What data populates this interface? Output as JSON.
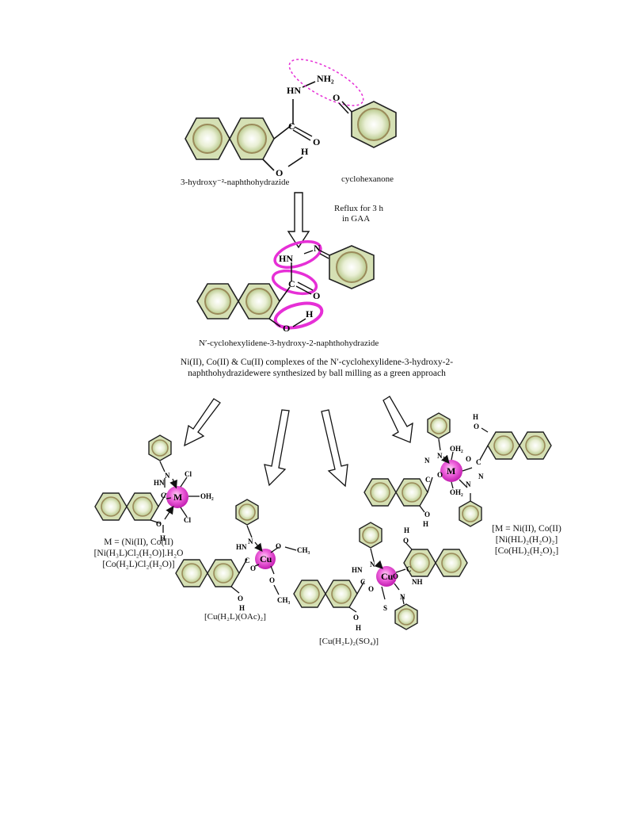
{
  "labels": {
    "reactant_1": "3-hydroxy⁻²-naphthohydrazide",
    "reactant_2": "cyclohexanone",
    "condition_1": "Reflux for 3 h",
    "condition_2": "in GAA",
    "ligand": "N′-cyclohexylidene-3-hydroxy-2-naphthohydrazide",
    "synthesis_line_1": "Ni(II), Co(II) & Cu(II) complexes of the N′-cyclohexylidene-3-hydroxy-2-",
    "synthesis_line_2": "naphthohydrazidewere synthesized by ball milling as a green approach"
  },
  "complexes": {
    "c1_line_1": "M = (Ni(II), Co(II)",
    "c1_line_2": "[Ni(H₃L)Cl₂(H₂O)].H₂O",
    "c1_line_3": "[Co(H₂L)Cl₂(H₂O)]",
    "c2": "[Cu(H₂L)(OAc)₂]",
    "c3": "[Cu(H₂L)₂(SO₄)]",
    "c4_line_1": "[M = Ni(II), Co(II)",
    "c4_line_2": "[Ni(HL)₂(H₂O)₂]",
    "c4_line_3": "[Co(HL)₂(H₂O)₂]"
  },
  "atoms": {
    "nh2": "NH₂",
    "hn": "HN",
    "c": "C",
    "o": "O",
    "h": "H",
    "n": "N",
    "m": "M",
    "cu": "Cu",
    "cl": "Cl",
    "oh2": "OH₂",
    "ch3": "CH₃",
    "nh": "NH",
    "s": "S"
  },
  "colors": {
    "ring_fill": "#c9d7a6",
    "ring_stroke": "#8e7a52",
    "metal": "#e43fd8",
    "highlight": "#e62fd6",
    "bond": "#1a1a1a"
  }
}
